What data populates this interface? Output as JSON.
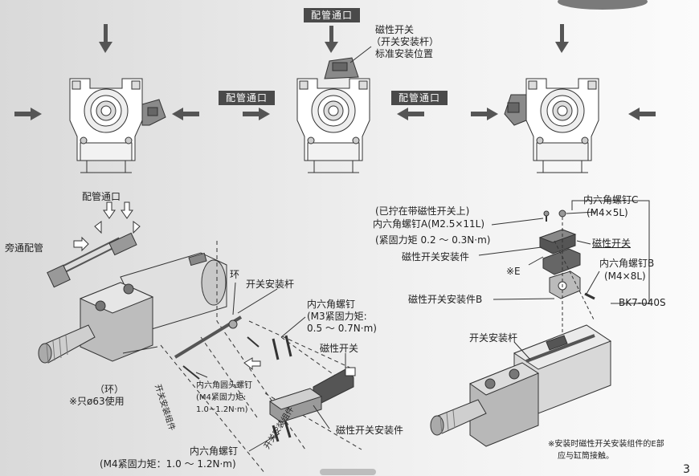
{
  "top": {
    "port_tag_top": "配管通口",
    "port_tag_left": "配管通口",
    "port_tag_right": "配管通口",
    "switch_note_line1": "磁性开关",
    "switch_note_line2": "（开关安装杆）",
    "switch_note_line3": "标准安装位置"
  },
  "left": {
    "port": "配管通口",
    "bypass": "旁通配管",
    "ring": "环",
    "switch_rod": "开关安装杆",
    "ring_paren": "（环）",
    "ring_note": "※只ø63使用",
    "switch_kit_rotated": "开关安装组件",
    "socket_round_screw_1": "内六角圆头螺钉",
    "socket_round_screw_2": "(M4紧固力矩:",
    "socket_round_screw_3": "1.0~1.2N·m)",
    "hex_screw_top_1": "内六角螺钉",
    "hex_screw_top_2": "(M3紧固力矩:",
    "hex_screw_top_3": "0.5 ～ 0.7N·m)",
    "mag_switch": "磁性开关",
    "mag_mount": "磁性开关安装件",
    "switch_kit_rotated_2": "开关安装组件",
    "hex_screw_bottom_1": "内六角螺钉",
    "hex_screw_bottom_2": "(M4紧固力矩：1.0 ～ 1.2N·m)"
  },
  "right": {
    "pre_note": "(已拧在带磁性开关上)",
    "screw_a": "内六角螺钉A(M2.5×11L)",
    "screw_a_torque": "(紧固力矩 0.2 ～ 0.3N·m)",
    "screw_c_1": "内六角螺钉C",
    "screw_c_2": "(M4×5L)",
    "mag_switch": "磁性开关",
    "mag_mount": "磁性开关安装件",
    "mark_e": "※E",
    "screw_b_1": "内六角螺钉B",
    "screw_b_2": "(M4×8L)",
    "mount_b": "磁性开关安装件B",
    "kit_code": "BK7-040S",
    "switch_rod": "开关安装杆",
    "footnote_1": "※安装时磁性开关安装组件的E部",
    "footnote_2": "应与缸筒接触。"
  },
  "page_number": "3"
}
